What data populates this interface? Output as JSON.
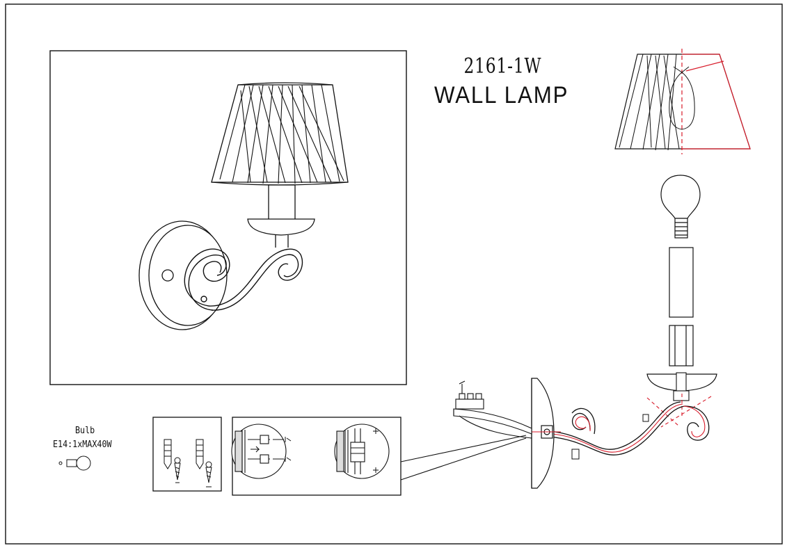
{
  "header": {
    "model": "2161-1W",
    "title": "WALL LAMP"
  },
  "bulb": {
    "label": "Bulb",
    "spec": "E14:1xMAX40W"
  },
  "colors": {
    "line": "#111111",
    "guide": "#d81b2a"
  },
  "icons": [
    "lamp-shade-icon",
    "bulb-icon",
    "wall-plug-icon",
    "screw-icon",
    "mounting-bracket-icon"
  ]
}
